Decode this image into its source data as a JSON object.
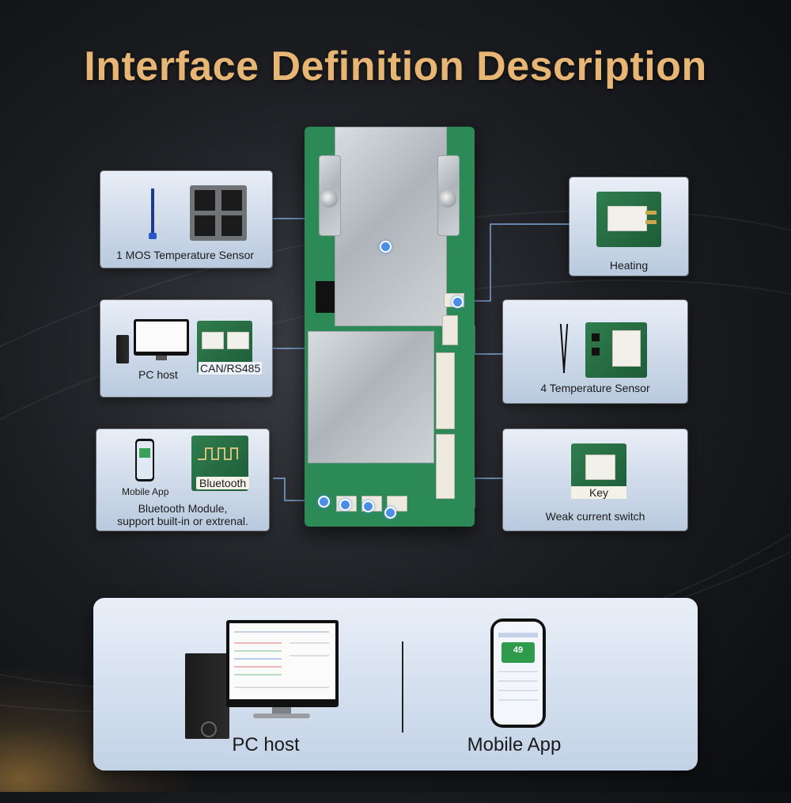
{
  "title": "Interface Definition Description",
  "callouts": {
    "mos_sensor": "1 MOS Temperature Sensor",
    "pc_host": "PC host",
    "can_rs485": "CAN/RS485",
    "mobile_app": "Mobile App",
    "bluetooth": "Bluetooth",
    "bluetooth_module_line1": "Bluetooth Module,",
    "bluetooth_module_line2": "support built-in or extrenal.",
    "heating": "Heating",
    "temp_sensor": "4 Temperature Sensor",
    "key": "Key",
    "weak_switch": "Weak current switch"
  },
  "bottom_panel": {
    "pc_host": "PC host",
    "mobile_app": "Mobile App",
    "phone_reading": "49"
  },
  "colors": {
    "title_gold": "#e7b574",
    "marker_blue": "#4a8ee8",
    "pcb_green": "#2c8a57"
  }
}
